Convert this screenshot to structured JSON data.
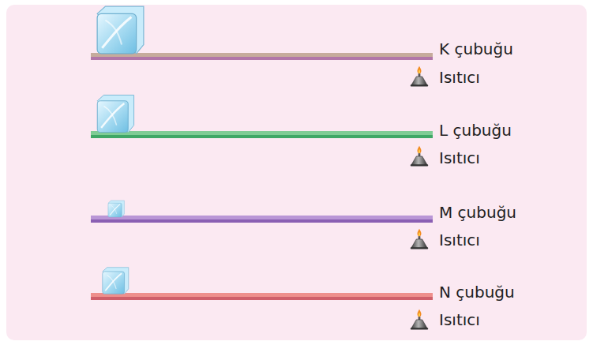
{
  "diagram": {
    "labels": [
      "K çubuğu",
      "Isıtıcı",
      "L çubuğu",
      "Isıtıcı",
      "M çubuğu",
      "Isıtıcı",
      "N çubuğu",
      "Isıtıcı"
    ]
  }
}
